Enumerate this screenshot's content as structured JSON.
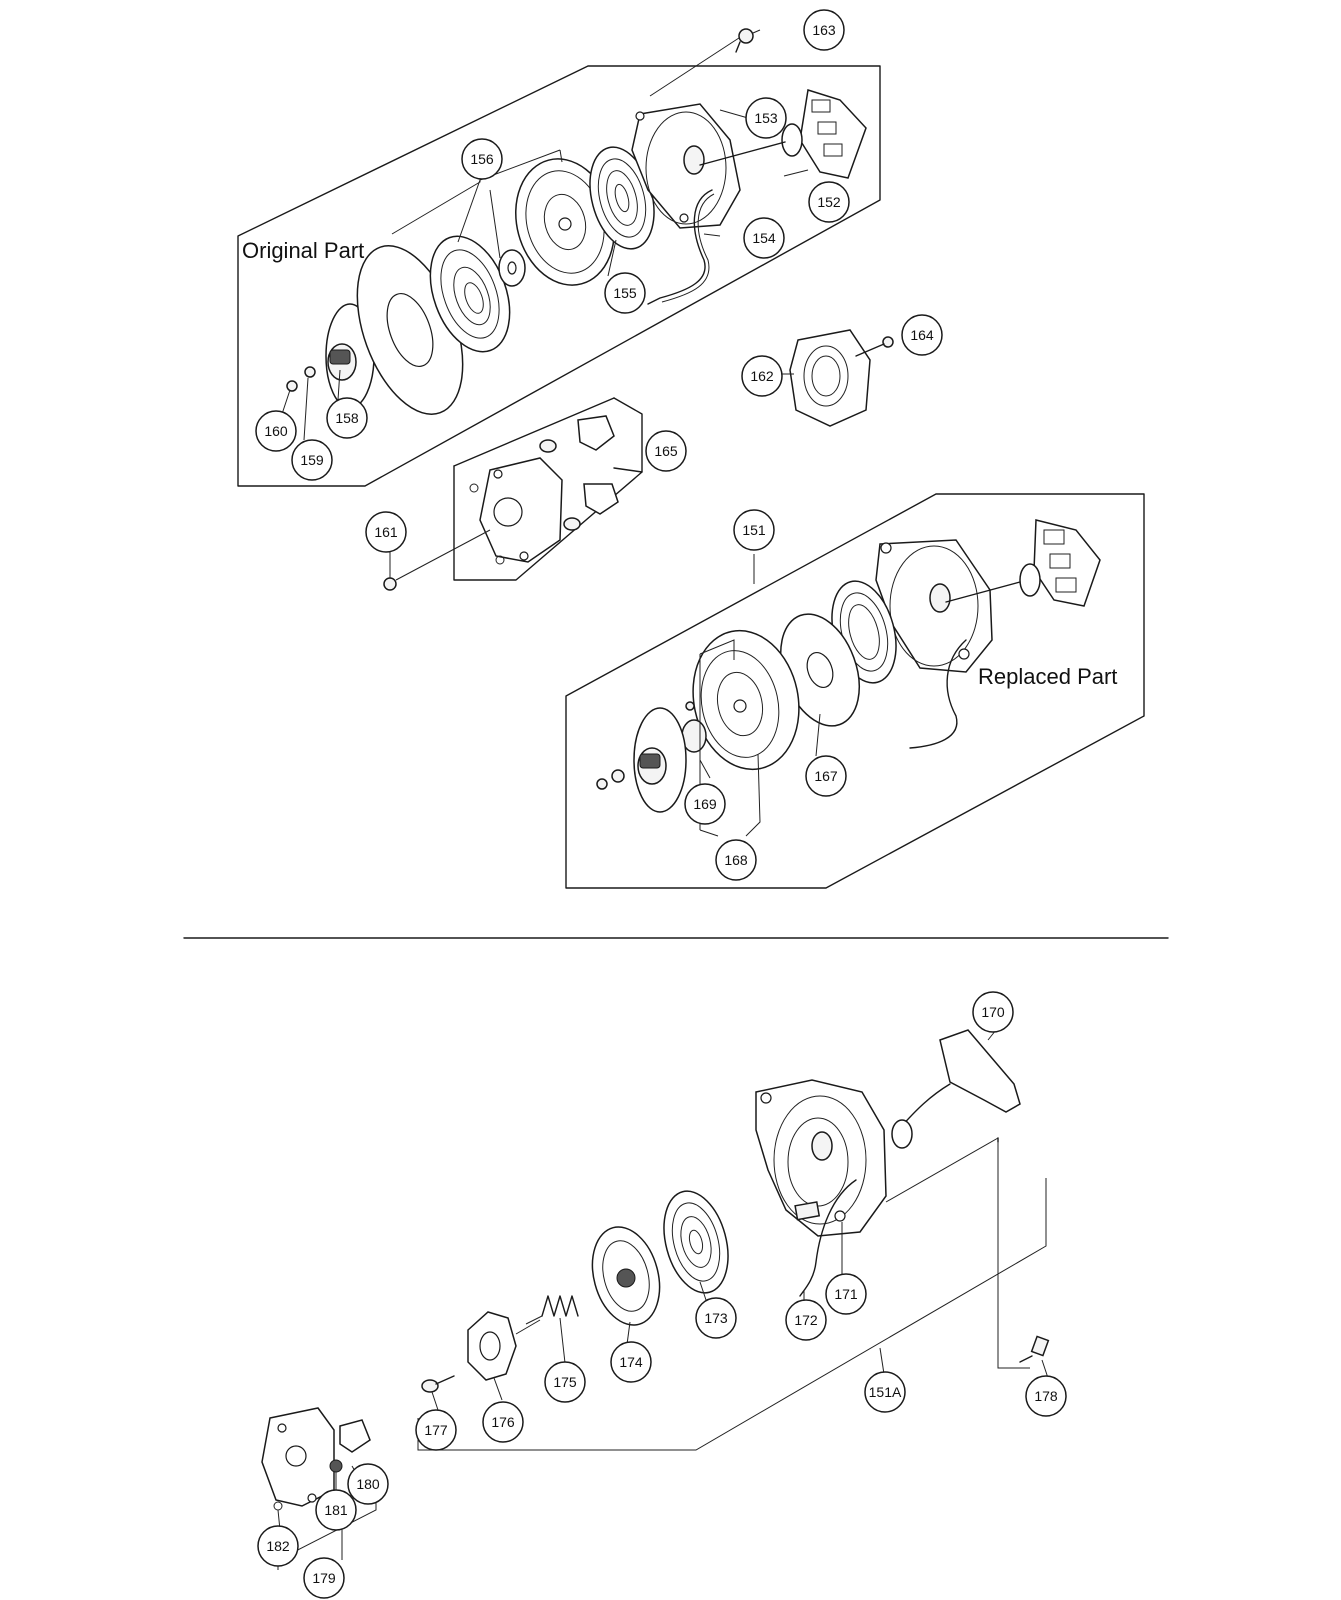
{
  "captions": {
    "original": "Original Part",
    "replaced": "Replaced Part"
  },
  "callouts": {
    "c151": "151",
    "c151A": "151A",
    "c152": "152",
    "c153": "153",
    "c154": "154",
    "c155": "155",
    "c156": "156",
    "c158": "158",
    "c159": "159",
    "c160": "160",
    "c161": "161",
    "c162": "162",
    "c163": "163",
    "c164": "164",
    "c165": "165",
    "c167": "167",
    "c168": "168",
    "c169": "169",
    "c170": "170",
    "c171": "171",
    "c172": "172",
    "c173": "173",
    "c174": "174",
    "c175": "175",
    "c176": "176",
    "c177": "177",
    "c178": "178",
    "c179": "179",
    "c180": "180",
    "c181": "181",
    "c182": "182"
  }
}
